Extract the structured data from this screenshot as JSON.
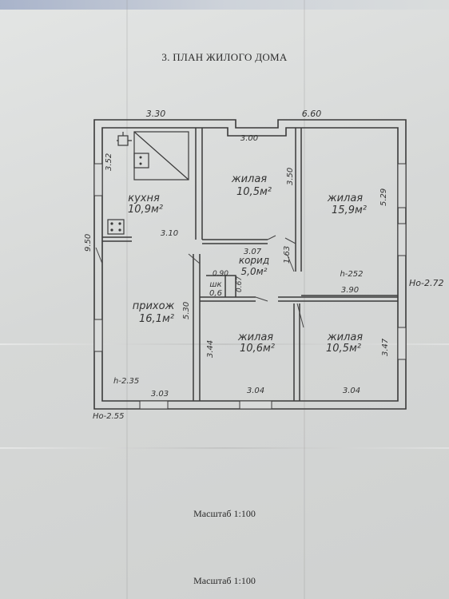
{
  "title": "3. ПЛАН ЖИЛОГО ДОМА",
  "scale_top": "Масштаб 1:100",
  "scale_bottom": "Масштаб 1:100",
  "rooms": [
    {
      "id": "kitchen",
      "name": "кухня",
      "area": "10,9м²"
    },
    {
      "id": "living1",
      "name": "жилая",
      "area": "10,5м²"
    },
    {
      "id": "living2",
      "name": "жилая",
      "area": "15,9м²"
    },
    {
      "id": "corridor",
      "name": "корид",
      "area": "5,0м²"
    },
    {
      "id": "closet",
      "name": "шк",
      "area": "0,6"
    },
    {
      "id": "hall",
      "name": "прихож",
      "area": "16,1м²"
    },
    {
      "id": "living3",
      "name": "жилая",
      "area": "10,6м²"
    },
    {
      "id": "living4",
      "name": "жилая",
      "area": "10,5м²"
    }
  ],
  "dims": {
    "d_330": "3.30",
    "d_660": "6.60",
    "d_300": "3.00",
    "d_352": "3.52",
    "d_350": "3.50",
    "d_529": "5.29",
    "d_950": "9.50",
    "d_310": "3.10",
    "d_307": "3.07",
    "d_163": "1.63",
    "d_090": "0.90",
    "d_067": "0.67",
    "d_530": "5.30",
    "d_390": "3.90",
    "d_344": "3.44",
    "d_347": "3.47",
    "d_303": "3.03",
    "d_304": "3.04",
    "d_3047": "3.04",
    "h_252": "h-252",
    "h_235": "h-2.35",
    "ho_272": "Hо-2.72",
    "ho_255": "Hо-2.55"
  }
}
